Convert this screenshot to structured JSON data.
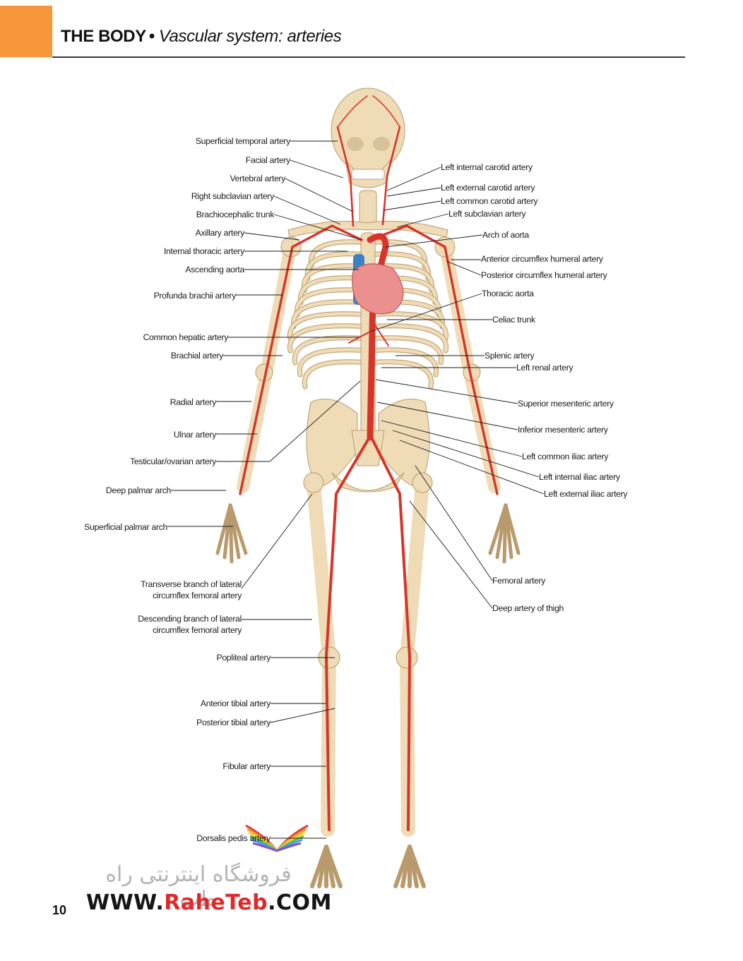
{
  "header": {
    "section": "THE BODY",
    "separator": "•",
    "subsection": "Vascular system: arteries"
  },
  "page_number": "10",
  "colors": {
    "accent_tab": "#f7963a",
    "artery": "#d8342a",
    "vein": "#3b82c4",
    "bone": "#efdcb6",
    "heart": "#ec8f8f"
  },
  "figure": {
    "labels_left": [
      "Superficial temporal artery",
      "Facial artery",
      "Vertebral artery",
      "Right subclavian artery",
      "Brachiocephalic trunk",
      "Axillary artery",
      "Internal thoracic artery",
      "Ascending aorta",
      "Profunda brachii artery",
      "Common hepatic artery",
      "Brachial artery",
      "Radial artery",
      "Ulnar artery",
      "Testicular/ovarian artery",
      "Deep palmar arch",
      "Superficial palmar arch",
      "Transverse branch of lateral",
      "circumflex femoral artery",
      "Descending branch of lateral",
      "circumflex femoral artery",
      "Popliteal artery",
      "Anterior tibial artery",
      "Posterior tibial artery",
      "Fibular artery",
      "Dorsalis pedis artery"
    ],
    "labels_right": [
      "Left internal carotid artery",
      "Left external carotid artery",
      "Left common carotid artery",
      "Left subclavian artery",
      "Arch of aorta",
      "Anterior circumflex humeral artery",
      "Posterior circumflex humeral artery",
      "Thoracic aorta",
      "Celiac trunk",
      "Splenic artery",
      "Left renal artery",
      "Superior mesenteric artery",
      "Inferior mesenteric artery",
      "Left common iliac artery",
      "Left internal iliac artery",
      "Left external iliac artery",
      "Femoral artery",
      "Deep artery of thigh"
    ]
  },
  "watermark": {
    "persian": "فروشگاه اینترنتی راه طب",
    "url_prefix": "WWW.",
    "url_brand": "RaheTeb",
    "url_suffix": ".COM"
  }
}
